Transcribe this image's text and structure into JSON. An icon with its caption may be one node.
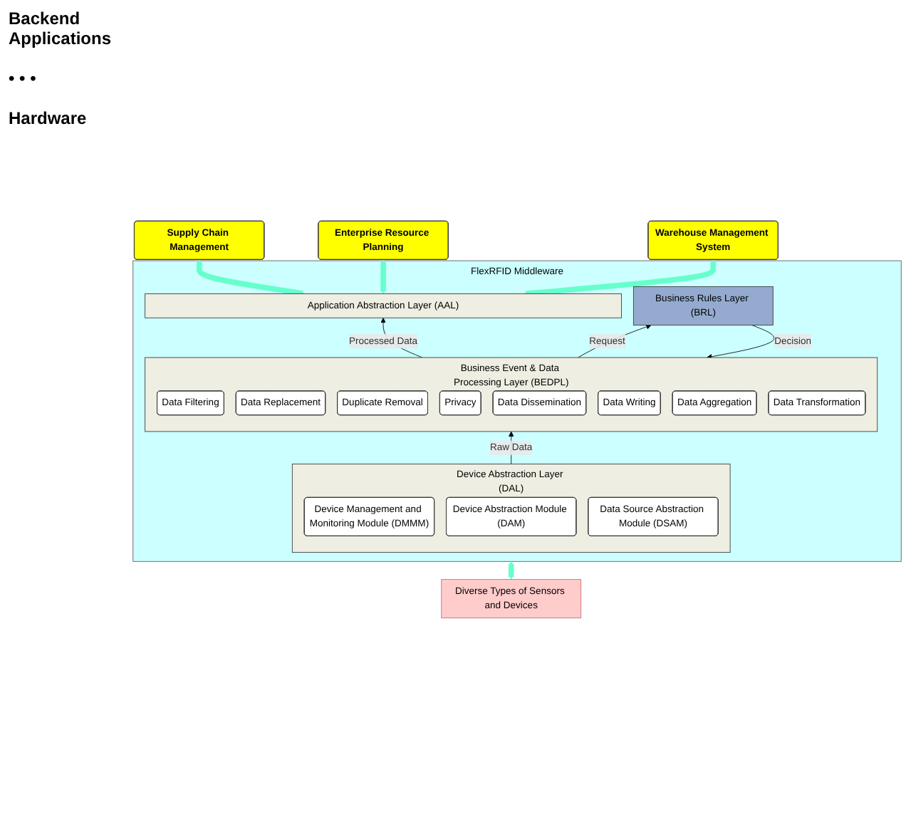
{
  "diagram": {
    "nodes": [
      {
        "text": [
          "Supply Chain Management"
        ]
      },
      {
        "text": [
          "Enterprise Resource Planning"
        ]
      },
      {
        "text": [
          "Warehouse Management System"
        ]
      },
      {
        "text": [
          "FlexRFID Middleware"
        ]
      },
      {
        "text": [
          "Application Abstraction Layer (AAL)"
        ],
        "in": 3
      },
      {
        "text": [
          "Business Event & Data Processing Layer (BEDPL)"
        ],
        "in": 3
      },
      {
        "text": [
          "Data Filtering"
        ],
        "in": 5
      },
      {
        "text": [
          "Data Replacement"
        ],
        "in": 5
      },
      {
        "text": [
          "Duplicate Removal"
        ],
        "in": 5
      },
      {
        "text": [
          "Privacy"
        ],
        "in": 5
      },
      {
        "text": [
          "Data Dissemination"
        ],
        "in": 5
      },
      {
        "text": [
          "Data Writing"
        ],
        "in": 5
      },
      {
        "text": [
          "Data Aggregation"
        ],
        "in": 5
      },
      {
        "text": [
          "Data Transformation"
        ],
        "in": 5
      },
      {
        "text": [
          "Business Rules Layer (BRL)"
        ],
        "in": 3
      },
      {
        "text": [
          "Device Abstraction Layer (DAL)"
        ],
        "in": 3
      },
      {
        "text": [
          "Device Management and Monitoring Module (DMMM)"
        ],
        "in": 15
      },
      {
        "text": [
          "Device Abstraction Module (DAM)"
        ],
        "in": 15
      },
      {
        "text": [
          "Data Source Abstraction Module (DSAM)"
        ],
        "in": 15
      },
      {
        "text": [
          "Diverse Types of Sensors and Devices"
        ]
      }
    ],
    "edges": [
      {
        "from": 0,
        "to": 4,
        "arrow": "both",
        "style": "thick",
        "color": "#66ffcc"
      },
      {
        "from": 1,
        "to": 4,
        "arrow": "both",
        "style": "thick",
        "color": "#66ffcc"
      },
      {
        "from": 2,
        "to": 4,
        "arrow": "both",
        "style": "thick",
        "color": "#66ffcc"
      },
      {
        "from": 5,
        "to": 4,
        "arrow": "to",
        "label": "Processed Data",
        "color": "#000000"
      },
      {
        "from": 5,
        "to": 14,
        "arrow": "to",
        "label": "Request",
        "color": "#000000"
      },
      {
        "from": 14,
        "to": 5,
        "arrow": "to",
        "label": "Decision",
        "color": "#000000"
      },
      {
        "from": 15,
        "to": 5,
        "arrow": "to",
        "label": "Raw Data",
        "color": "#000000"
      },
      {
        "from": 3,
        "to": 19,
        "arrow": "both",
        "style": "thick",
        "color": "#66ffcc"
      }
    ],
    "labels": [
      "Backend Applications",
      "• • •",
      "Hardware"
    ]
  }
}
